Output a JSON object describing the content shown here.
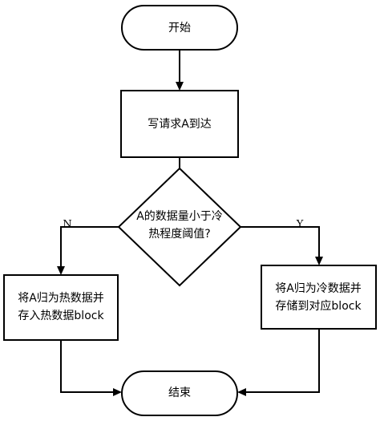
{
  "nodes": {
    "start": {
      "label": "开始"
    },
    "write_request": {
      "label": "写请求A到达"
    },
    "decision": {
      "line1": "A的数据量小于冷",
      "line2": "热程度阈值?"
    },
    "hot_block": {
      "line1": "将A归为热数据并",
      "line2": "存入热数据block"
    },
    "cold_block": {
      "line1": "将A归为冷数据并",
      "line2": "存储到对应block"
    },
    "end": {
      "label": "结束"
    }
  },
  "branches": {
    "no": "N",
    "yes": "Y"
  }
}
